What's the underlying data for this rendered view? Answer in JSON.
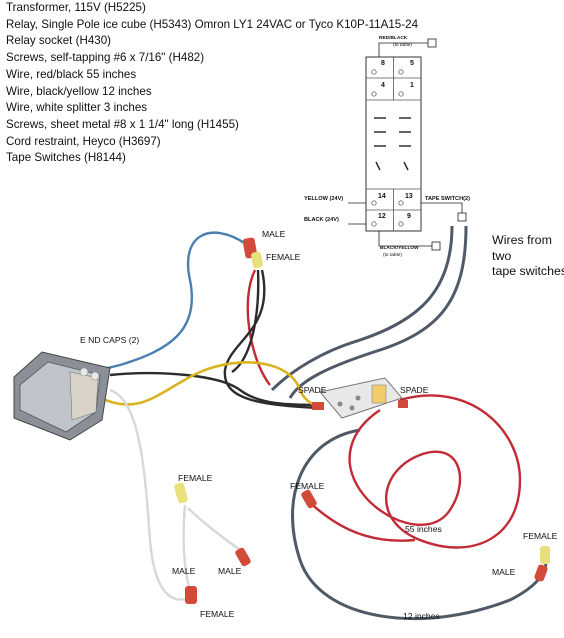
{
  "parts_list": [
    "Transformer, 115V  (H5225)",
    "Relay, Single Pole ice cube  (H5343)   Omron LY1 24VAC  or  Tyco K10P-11A15-24",
    "Relay socket  (H430)",
    "Screws, self-tapping   #6  x  7/16\"  (H482)",
    "Wire, red/black   55 inches",
    "Wire, black/yellow  12 inches",
    "Wire, white splitter  3 inches",
    "Screws, sheet metal  #8 x 1 1/4\" long  (H1455)",
    "Cord restraint, Heyco  (H3697)",
    "Tape Switches (H8144)"
  ],
  "relay_diagram": {
    "red_black_label": "RED/BLACK",
    "to_table_top": "(to table)",
    "terminals": {
      "t8": "8",
      "t5": "5",
      "t4": "4",
      "t1": "1",
      "t14": "14",
      "t13": "13",
      "t12": "12",
      "t9": "9"
    },
    "yellow_label": "YELLOW (24V)",
    "black_label": "BLACK (24V)",
    "tape_switch_label": "TAPE SWITCH(2)",
    "black_yellow_label": "BLACK/YELLOW",
    "to_table_bottom": "(to table)"
  },
  "photo_labels": {
    "male_top": "MALE",
    "female_top": "FEMALE",
    "end_caps": "E ND CAPS (2)",
    "spade_left": "SPADE",
    "spade_right": "SPADE",
    "female_left": "FEMALE",
    "female_mid": "FEMALE",
    "male_left": "MALE",
    "male_mid": "MALE",
    "female_bottom": "FEMALE",
    "length_55": "55 inches",
    "female_right": "FEMALE",
    "male_right": "MALE",
    "length_12": "12 inches"
  },
  "wires_from": [
    "Wires from",
    "two",
    "tape switches"
  ],
  "colors": {
    "red_wire": "#c22a36",
    "blue_wire": "#4a7fb0",
    "yellow_wire": "#d8b41e",
    "black_wire": "#2c2c2c",
    "grey_wire": "#505a66",
    "white_wire": "#eeeeee",
    "connector_red": "#d24a3a",
    "connector_yellow": "#e8e07a"
  }
}
